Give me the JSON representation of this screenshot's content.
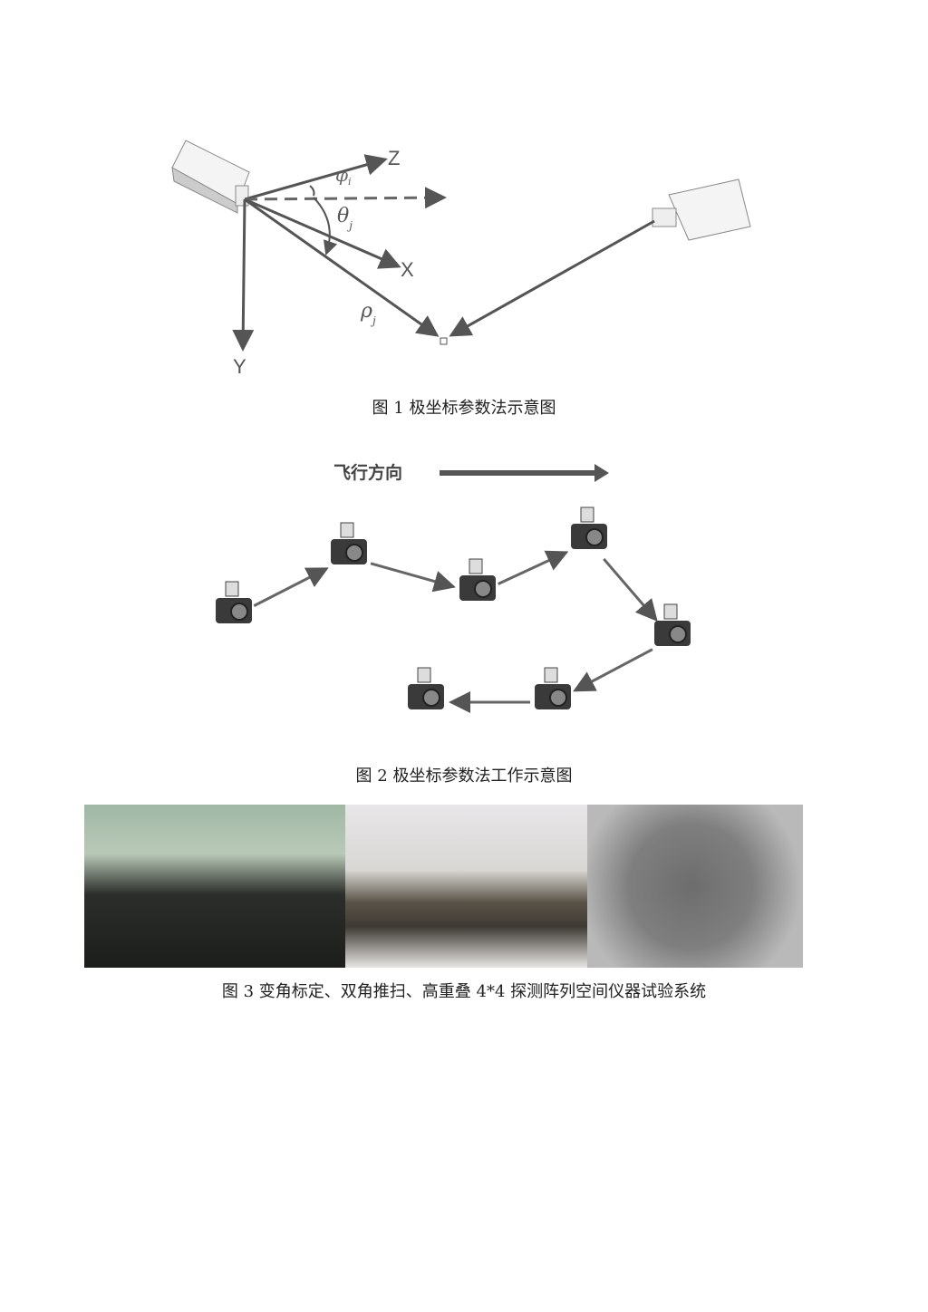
{
  "figure1": {
    "caption": "图 1  极坐标参数法示意图",
    "labels": {
      "z": "Z",
      "x": "X",
      "y": "Y",
      "phi": "φ",
      "phi_sub": "i",
      "theta": "θ",
      "theta_sub": "j",
      "rho": "ρ",
      "rho_sub": "j"
    }
  },
  "figure2": {
    "caption": "图 2  极坐标参数法工作示意图",
    "direction_label": "飞行方向"
  },
  "figure3": {
    "caption": "图 3  变角标定、双角推扫、高重叠 4*4  探测阵列空间仪器试验系统"
  }
}
